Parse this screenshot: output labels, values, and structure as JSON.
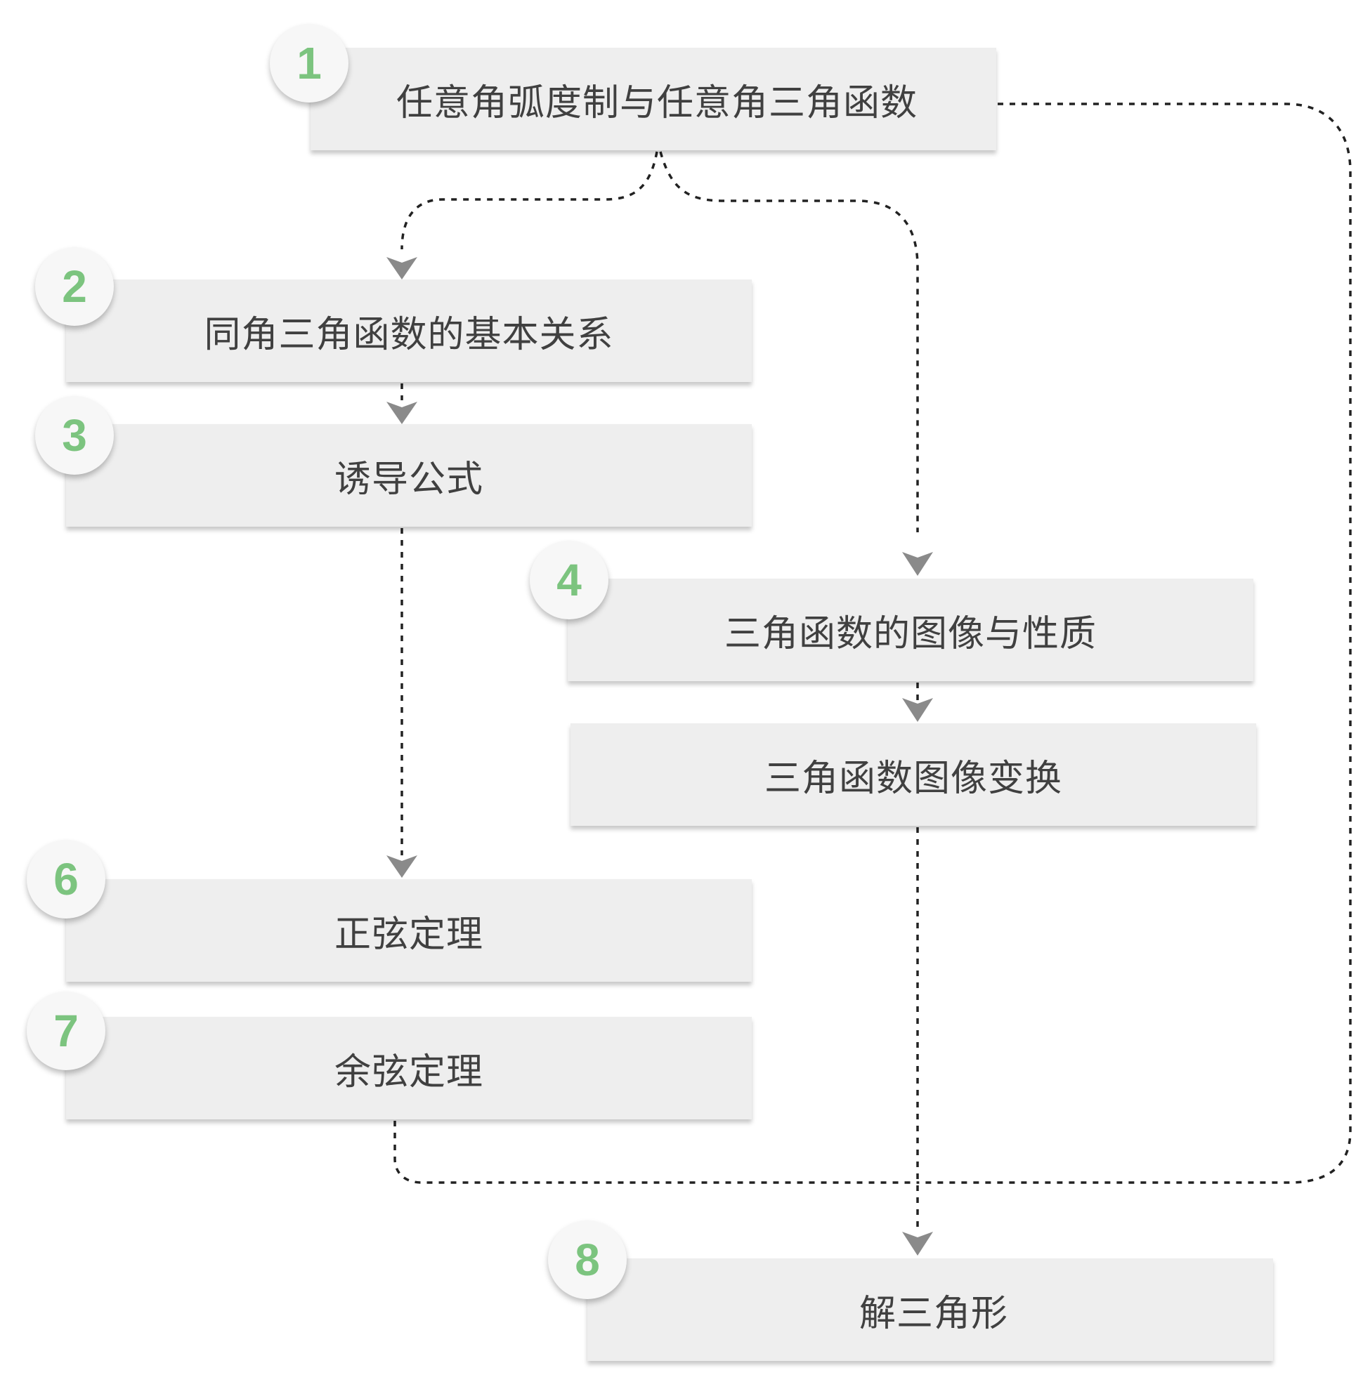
{
  "nodes": {
    "n1": {
      "number": "1",
      "label": "任意角弧度制与任意角三角函数"
    },
    "n2": {
      "number": "2",
      "label": "同角三角函数的基本关系"
    },
    "n3": {
      "number": "3",
      "label": "诱导公式"
    },
    "n4": {
      "number": "4",
      "label": "三角函数的图像与性质"
    },
    "n5": {
      "label": "三角函数图像变换"
    },
    "n6": {
      "number": "6",
      "label": "正弦定理"
    },
    "n7": {
      "number": "7",
      "label": "余弦定理"
    },
    "n8": {
      "number": "8",
      "label": "解三角形"
    }
  },
  "colors": {
    "badge_number": "#7cc47f",
    "node_fill": "#eeeeee",
    "connector": "#222222",
    "arrowhead": "#8a8a8a"
  }
}
